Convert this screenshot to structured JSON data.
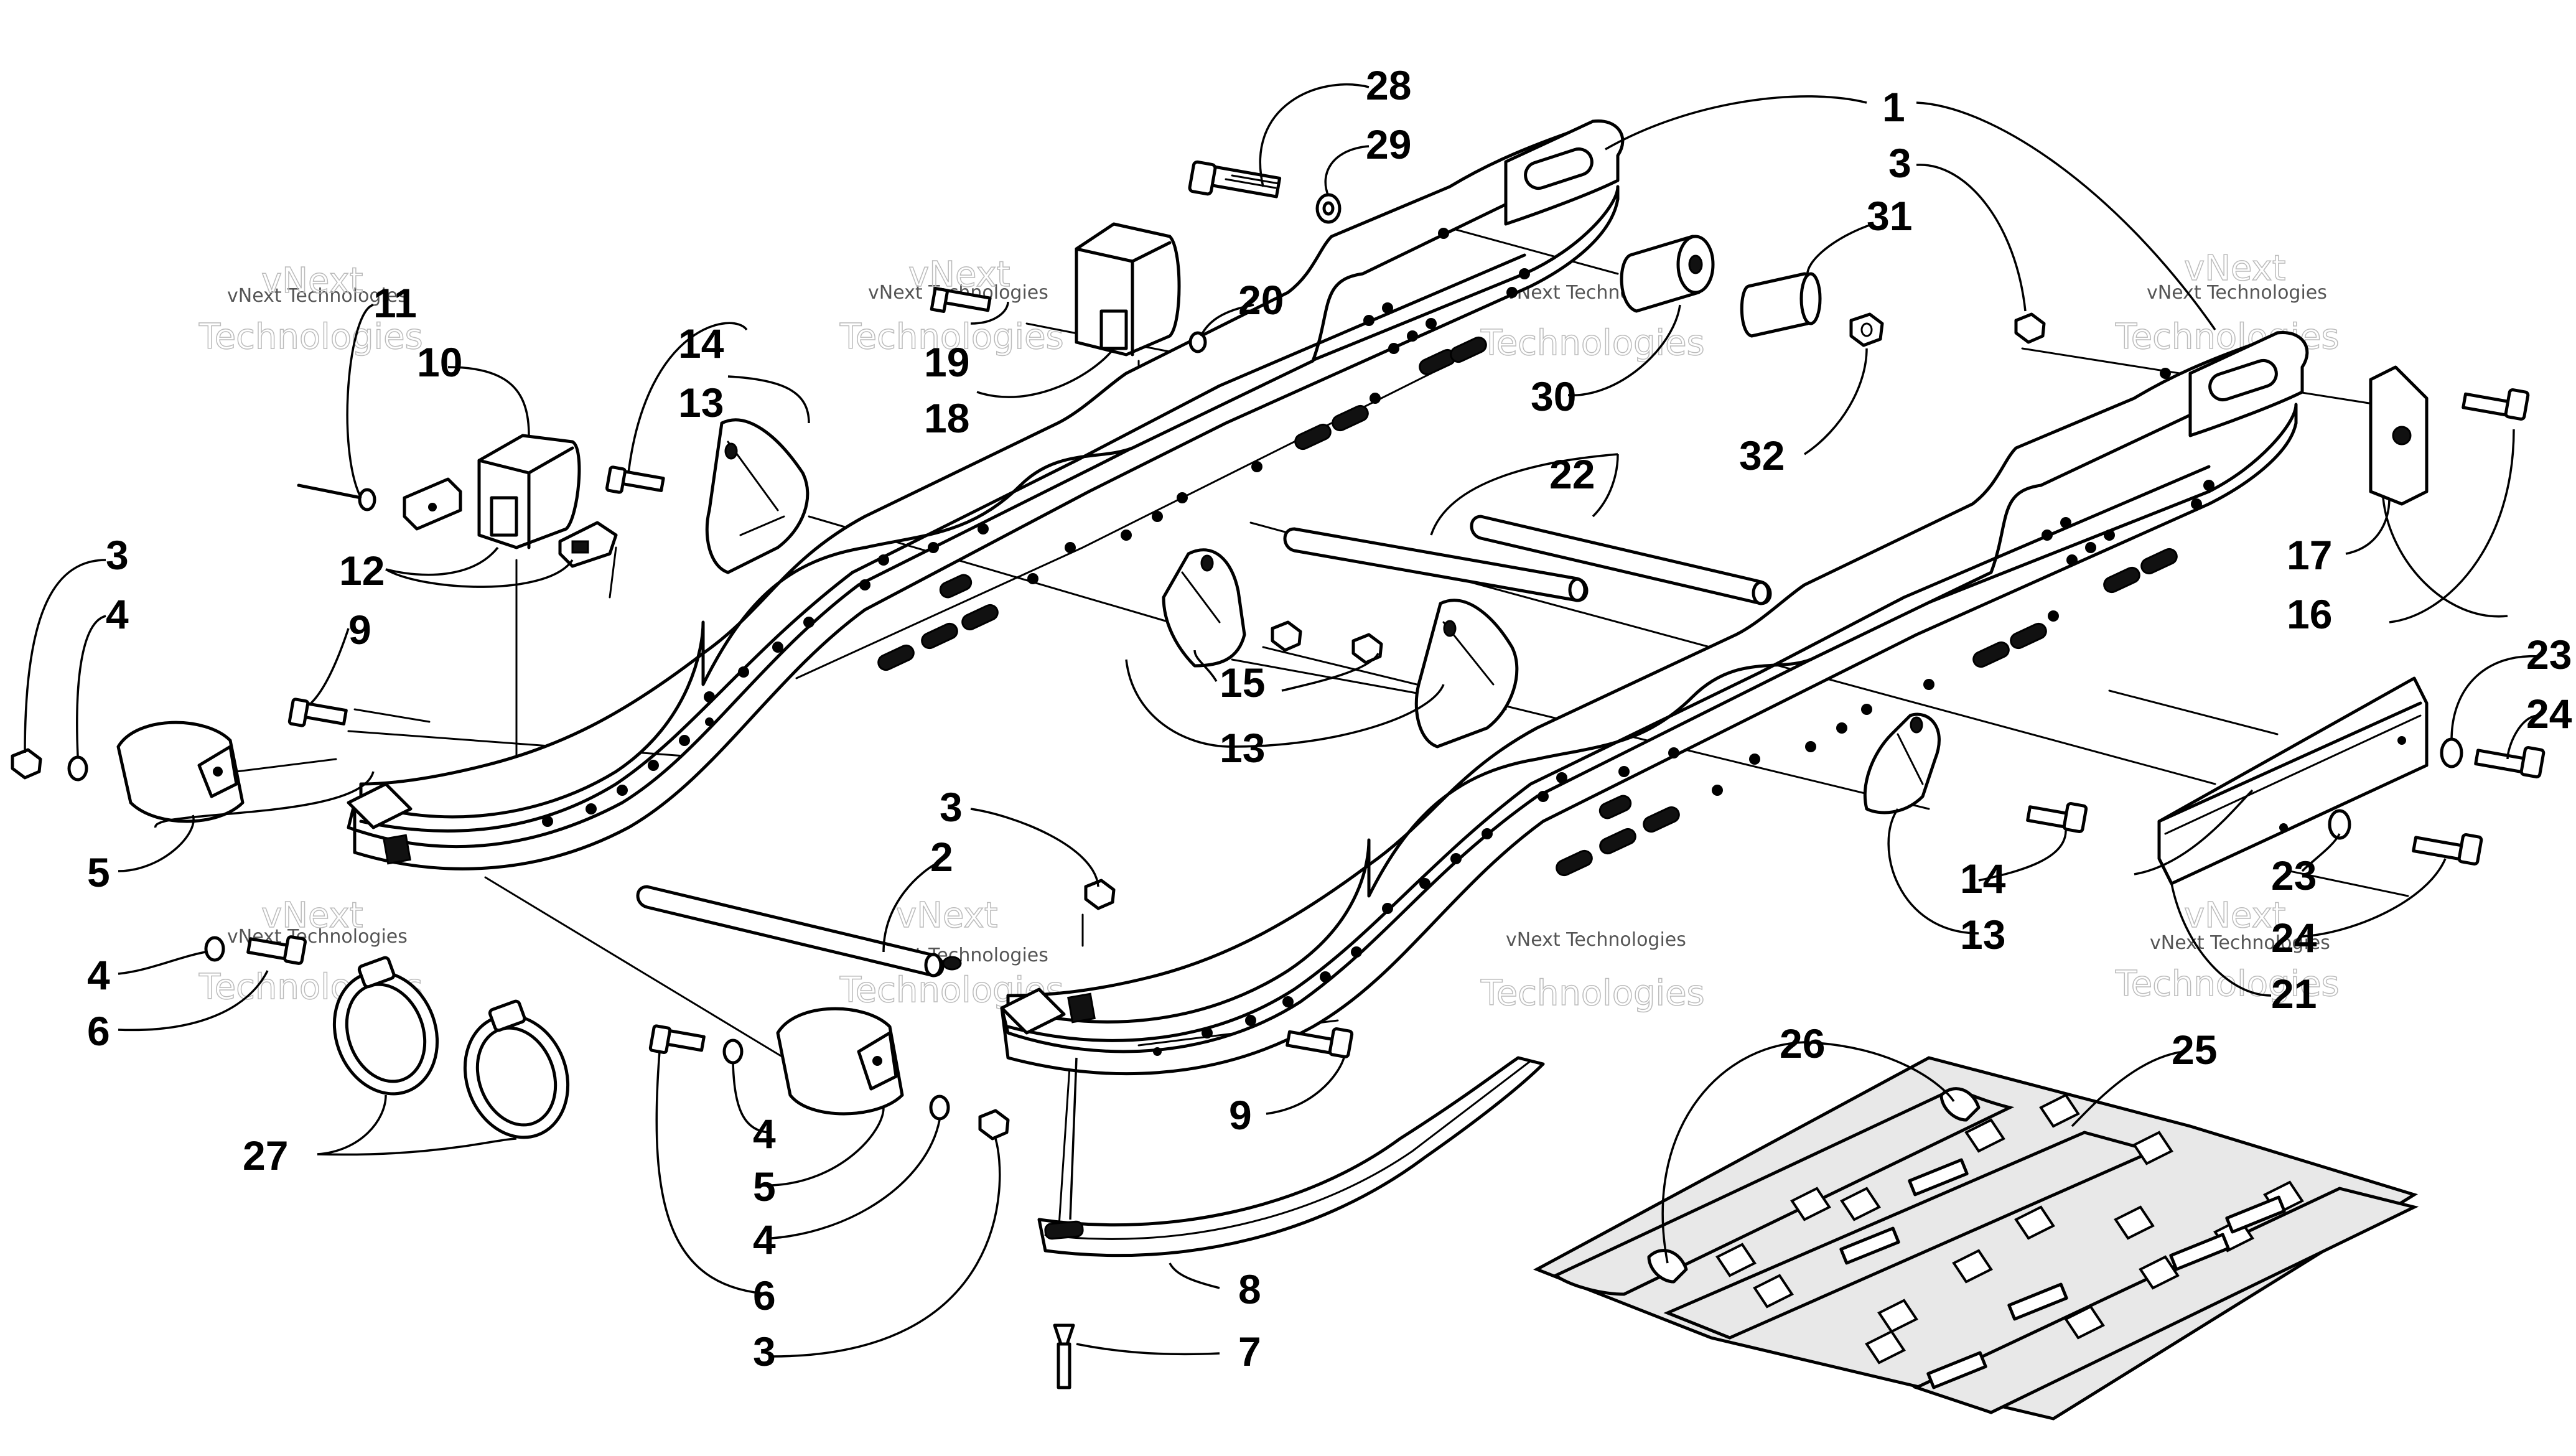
{
  "diagram": {
    "callouts": [
      {
        "id": "c1",
        "text": "1"
      },
      {
        "id": "c2",
        "text": "2"
      },
      {
        "id": "c3a",
        "text": "3"
      },
      {
        "id": "c3b",
        "text": "3"
      },
      {
        "id": "c3c",
        "text": "3"
      },
      {
        "id": "c3d",
        "text": "3"
      },
      {
        "id": "c4a",
        "text": "4"
      },
      {
        "id": "c4b",
        "text": "4"
      },
      {
        "id": "c4c",
        "text": "4"
      },
      {
        "id": "c4d",
        "text": "4"
      },
      {
        "id": "c5a",
        "text": "5"
      },
      {
        "id": "c5b",
        "text": "5"
      },
      {
        "id": "c6a",
        "text": "6"
      },
      {
        "id": "c6b",
        "text": "6"
      },
      {
        "id": "c7",
        "text": "7"
      },
      {
        "id": "c8",
        "text": "8"
      },
      {
        "id": "c9a",
        "text": "9"
      },
      {
        "id": "c9b",
        "text": "9"
      },
      {
        "id": "c10",
        "text": "10"
      },
      {
        "id": "c11",
        "text": "11"
      },
      {
        "id": "c12",
        "text": "12"
      },
      {
        "id": "c13a",
        "text": "13"
      },
      {
        "id": "c13b",
        "text": "13"
      },
      {
        "id": "c13c",
        "text": "13"
      },
      {
        "id": "c14a",
        "text": "14"
      },
      {
        "id": "c14b",
        "text": "14"
      },
      {
        "id": "c15",
        "text": "15"
      },
      {
        "id": "c16",
        "text": "16"
      },
      {
        "id": "c17",
        "text": "17"
      },
      {
        "id": "c18",
        "text": "18"
      },
      {
        "id": "c19",
        "text": "19"
      },
      {
        "id": "c20",
        "text": "20"
      },
      {
        "id": "c21",
        "text": "21"
      },
      {
        "id": "c22",
        "text": "22"
      },
      {
        "id": "c23a",
        "text": "23"
      },
      {
        "id": "c23b",
        "text": "23"
      },
      {
        "id": "c24a",
        "text": "24"
      },
      {
        "id": "c24b",
        "text": "24"
      },
      {
        "id": "c25",
        "text": "25"
      },
      {
        "id": "c26",
        "text": "26"
      },
      {
        "id": "c27",
        "text": "27"
      },
      {
        "id": "c28",
        "text": "28"
      },
      {
        "id": "c29",
        "text": "29"
      },
      {
        "id": "c30",
        "text": "30"
      },
      {
        "id": "c31",
        "text": "31"
      },
      {
        "id": "c32",
        "text": "32"
      }
    ],
    "watermark": {
      "line1": "vNext",
      "line2": "Technologies",
      "full": "vNext Technologies"
    }
  }
}
